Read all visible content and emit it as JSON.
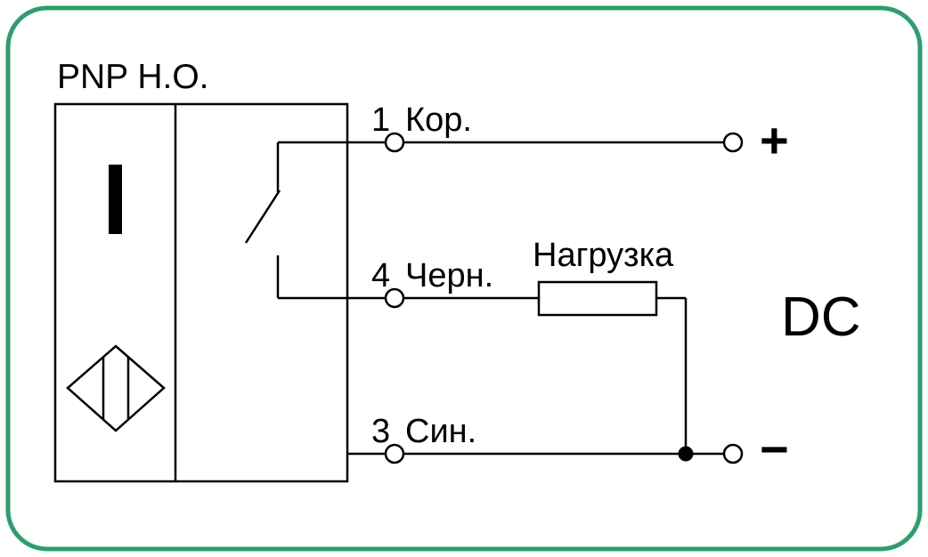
{
  "diagram": {
    "title": "PNP Н.О.",
    "pins": [
      {
        "number": "1",
        "color_name": "Кор."
      },
      {
        "number": "4",
        "color_name": "Черн."
      },
      {
        "number": "3",
        "color_name": "Син."
      }
    ],
    "load_label": "Нагрузка",
    "supply_label": "DC",
    "polarity": {
      "plus": "+",
      "minus": "−"
    },
    "colors": {
      "frame": "#2e9e6d",
      "line": "#000000"
    }
  }
}
